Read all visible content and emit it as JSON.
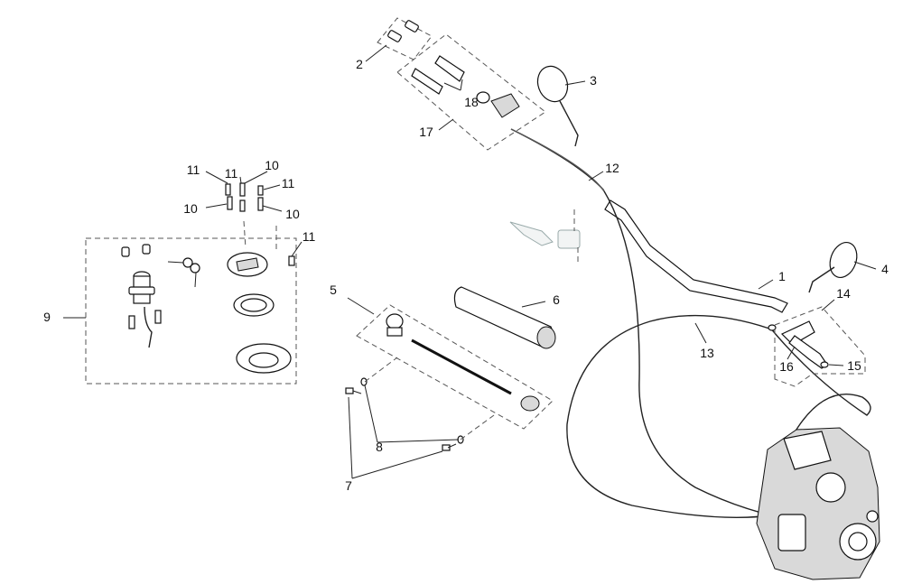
{
  "labels": {
    "p1": "1",
    "p2": "2",
    "p3": "3",
    "p4": "4",
    "p5": "5",
    "p6": "6",
    "p7": "7",
    "p8": "8",
    "p9": "9",
    "p10a": "10",
    "p10b": "10",
    "p10c": "10",
    "p11a": "11",
    "p11b": "11",
    "p11c": "11",
    "p11d": "11",
    "p12": "12",
    "p13": "13",
    "p14": "14",
    "p15": "15",
    "p16": "16",
    "p17": "17",
    "p18": "18"
  }
}
